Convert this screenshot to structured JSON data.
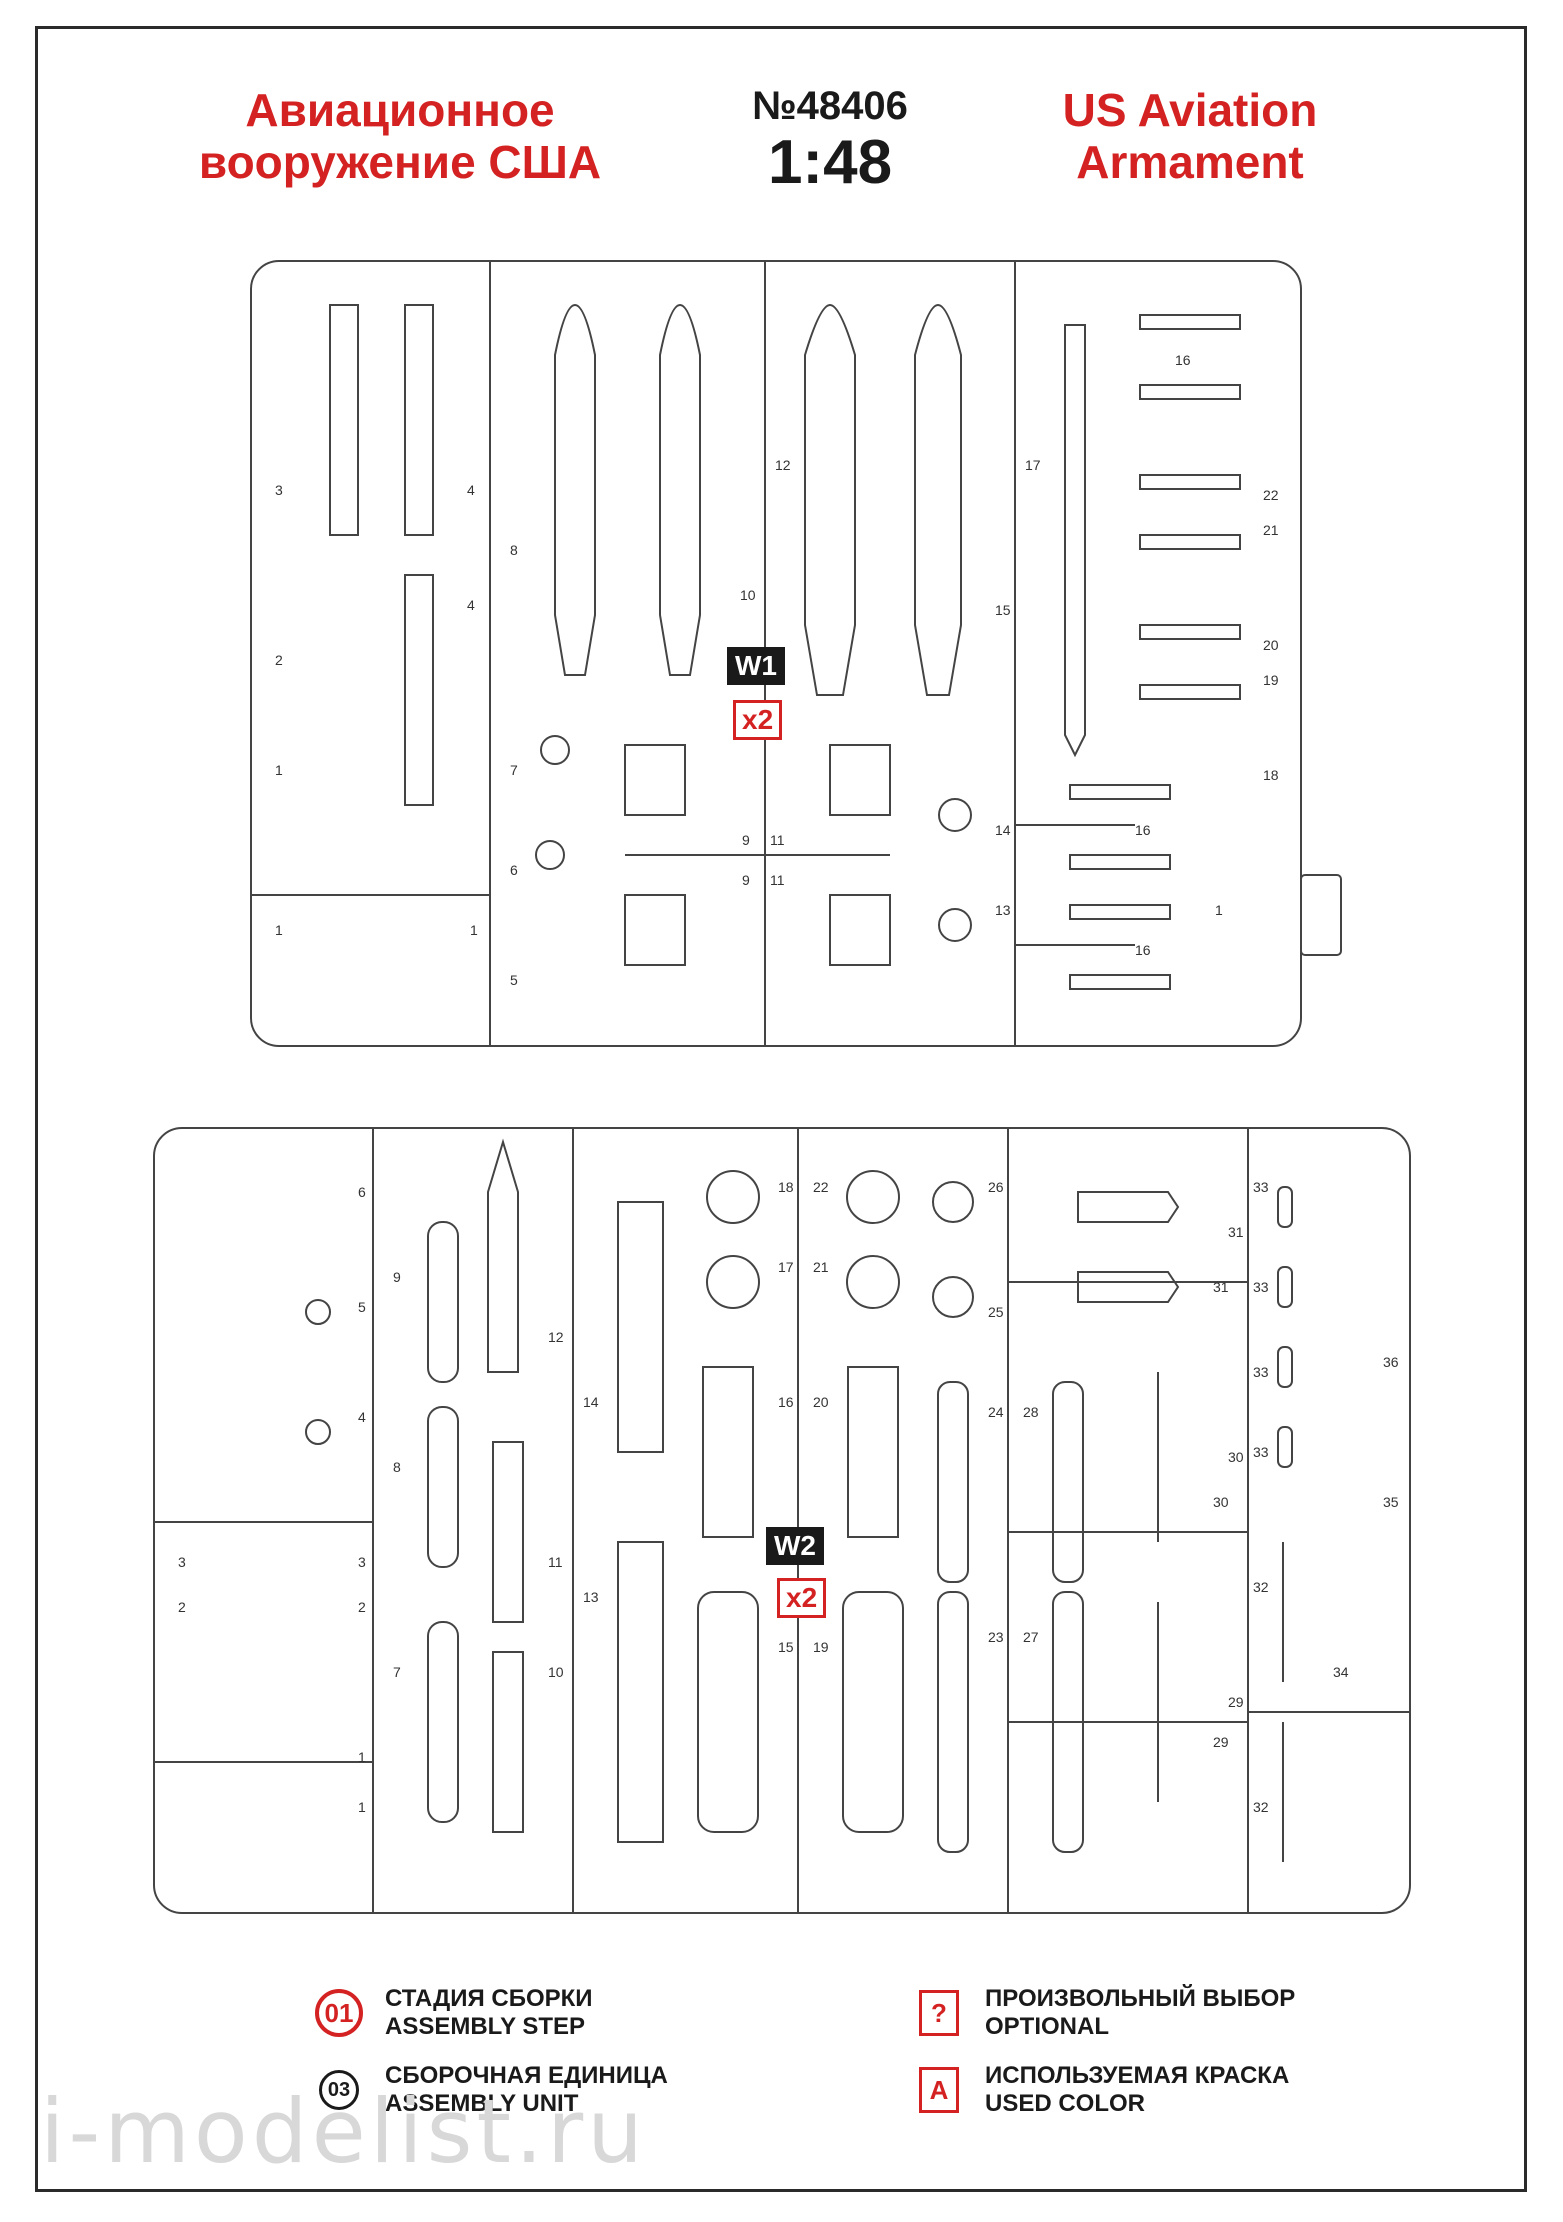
{
  "header": {
    "title_ru_line1": "Авиационное",
    "title_ru_line2": "вооружение США",
    "kit_number": "№48406",
    "scale": "1:48",
    "title_en_line1": "US Aviation",
    "title_en_line2": "Armament"
  },
  "sprues": [
    {
      "label": "W1",
      "count": "x2"
    },
    {
      "label": "W2",
      "count": "x2"
    }
  ],
  "w1_part_numbers": [
    "3",
    "4",
    "2",
    "4",
    "1",
    "7",
    "6",
    "5",
    "1",
    "1",
    "8",
    "12",
    "10",
    "9",
    "9",
    "11",
    "11",
    "14",
    "13",
    "17",
    "15",
    "16",
    "22",
    "21",
    "20",
    "19",
    "18",
    "16",
    "16",
    "1"
  ],
  "w2_part_numbers": [
    "6",
    "5",
    "4",
    "3",
    "2",
    "3",
    "2",
    "1",
    "1",
    "9",
    "8",
    "7",
    "12",
    "11",
    "10",
    "14",
    "13",
    "18",
    "22",
    "17",
    "21",
    "16",
    "20",
    "15",
    "19",
    "26",
    "25",
    "24",
    "28",
    "23",
    "27",
    "33",
    "31",
    "31",
    "33",
    "33",
    "30",
    "30",
    "33",
    "32",
    "29",
    "29",
    "32",
    "36",
    "35",
    "34"
  ],
  "legend": [
    {
      "symbol": "01",
      "ru": "СТАДИЯ СБОРКИ",
      "en": "ASSEMBLY STEP"
    },
    {
      "symbol": "03",
      "ru": "СБОРОЧНАЯ ЕДИНИЦА",
      "en": "ASSEMBLY UNIT"
    },
    {
      "symbol": "?",
      "ru": "ПРОИЗВОЛЬНЫЙ ВЫБОР",
      "en": "OPTIONAL"
    },
    {
      "symbol": "A",
      "ru": "ИСПОЛЬЗУЕМАЯ КРАСКА",
      "en": "USED COLOR"
    }
  ],
  "watermark": "i-modelist.ru",
  "colors": {
    "accent": "#d42222",
    "ink": "#1a1a1a"
  }
}
